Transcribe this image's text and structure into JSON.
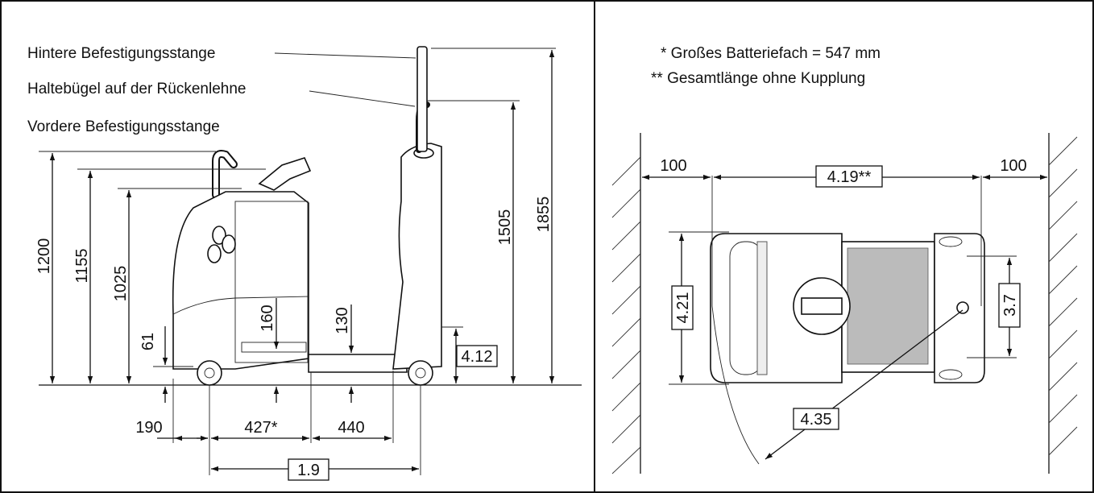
{
  "labels": {
    "rear_bar": "Hintere Befestigungsstange",
    "backrest_handle": "Haltebügel auf der Rückenlehne",
    "front_bar": "Vordere Befestigungsstange"
  },
  "notes": {
    "battery": "* Großes Batteriefach = 547 mm",
    "length": "** Gesamtlänge ohne Kupplung"
  },
  "side_view": {
    "h_1200": "1200",
    "h_1155": "1155",
    "h_1025": "1025",
    "h_61": "61",
    "h_160": "160",
    "h_130": "130",
    "h_1505": "1505",
    "h_1855": "1855",
    "box_412": "4.12",
    "w_190": "190",
    "w_427": "427*",
    "w_440": "440",
    "box_19": "1.9"
  },
  "top_view": {
    "clear_left": "100",
    "clear_right": "100",
    "box_419": "4.19**",
    "box_421": "4.21",
    "box_37": "3.7",
    "box_435": "4.35"
  }
}
